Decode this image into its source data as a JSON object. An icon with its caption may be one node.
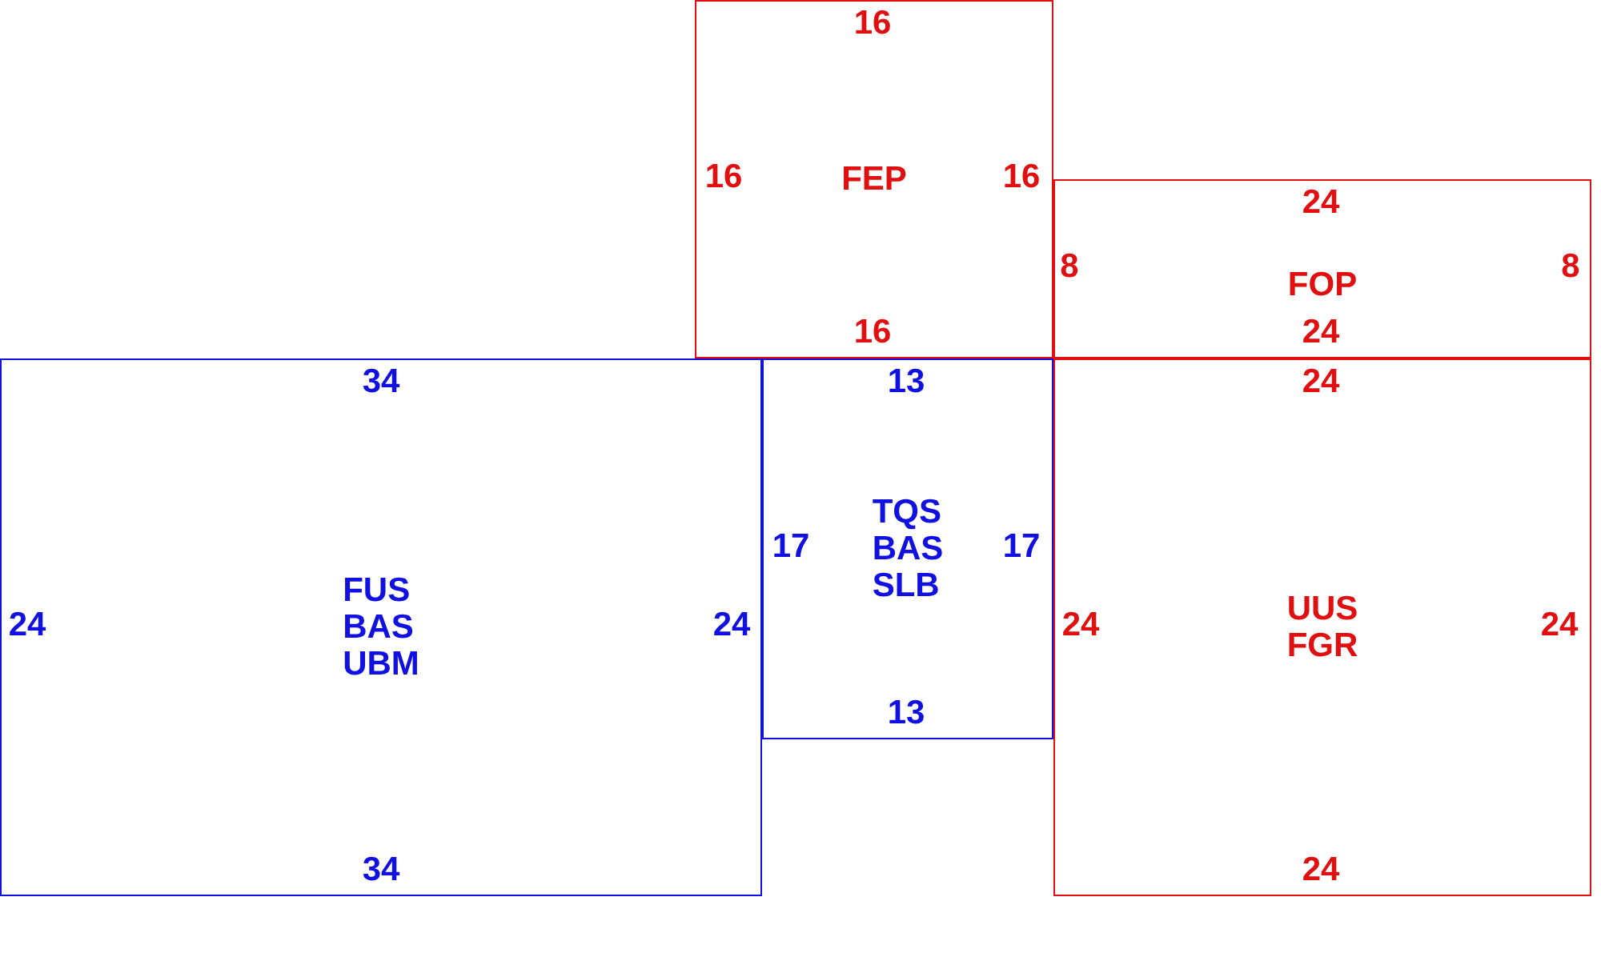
{
  "diagram": {
    "nodes": [
      {
        "text": [
          "FEP"
        ]
      },
      {
        "text": [
          "FOP"
        ]
      },
      {
        "text": [
          "FUS BAS UBM"
        ]
      },
      {
        "text": [
          "TQS BAS SLB"
        ]
      },
      {
        "text": [
          "UUS FGR"
        ]
      }
    ],
    "labels": [
      "16",
      "16",
      "16",
      "24",
      "8",
      "8",
      "16",
      "24",
      "34",
      "13",
      "24",
      "17",
      "17",
      "24",
      "24",
      "24",
      "24",
      "13",
      "34",
      "24"
    ]
  }
}
